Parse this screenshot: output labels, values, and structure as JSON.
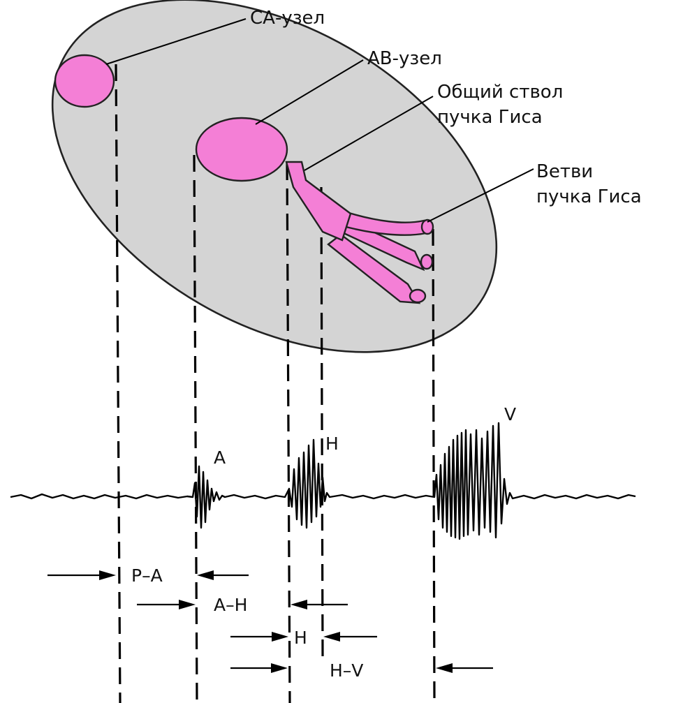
{
  "labels": {
    "sa_node": "СА-узел",
    "av_node": "АВ-узел",
    "bundle_trunk_line1": "Общий ствол",
    "bundle_trunk_line2": "пучка Гиса",
    "bundle_branches_line1": "Ветви",
    "bundle_branches_line2": "пучка Гиса"
  },
  "waves": {
    "a": "A",
    "h": "H",
    "v": "V"
  },
  "intervals": {
    "pa": "P–A",
    "ah": "A–H",
    "h": "H",
    "hv": "H–V"
  },
  "colors": {
    "heart_fill": "#d4d4d4",
    "conduction_fill": "#f47fd6",
    "outline": "#222222"
  }
}
